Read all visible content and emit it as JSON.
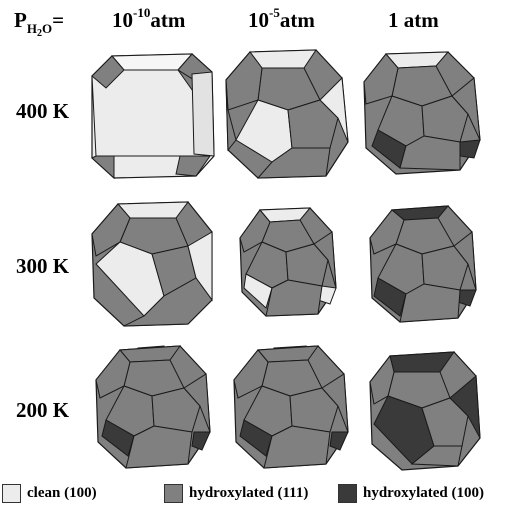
{
  "header": {
    "pressure_label_main": "P",
    "pressure_label_sub_h": "H",
    "pressure_label_sub_2": "2",
    "pressure_label_sub_o": "O",
    "pressure_label_eq": "=",
    "col1_base": "10",
    "col1_exp": "-10",
    "col1_unit": "atm",
    "col2_base": "10",
    "col2_exp": "-5",
    "col2_unit": "atm",
    "col3": "1 atm"
  },
  "rows": [
    {
      "label": "400 K"
    },
    {
      "label": "300 K"
    },
    {
      "label": "200 K"
    }
  ],
  "legend": [
    {
      "label": "clean (100)",
      "color": "#ececec"
    },
    {
      "label": "hydroxylated (111)",
      "color": "#808080"
    },
    {
      "label": "hydroxylated (100)",
      "color": "#3a3a3a"
    }
  ],
  "colors": {
    "clean": "#ececec",
    "hydroxylated_111": "#808080",
    "hydroxylated_100": "#3a3a3a",
    "edge": "#1a1a1a"
  }
}
